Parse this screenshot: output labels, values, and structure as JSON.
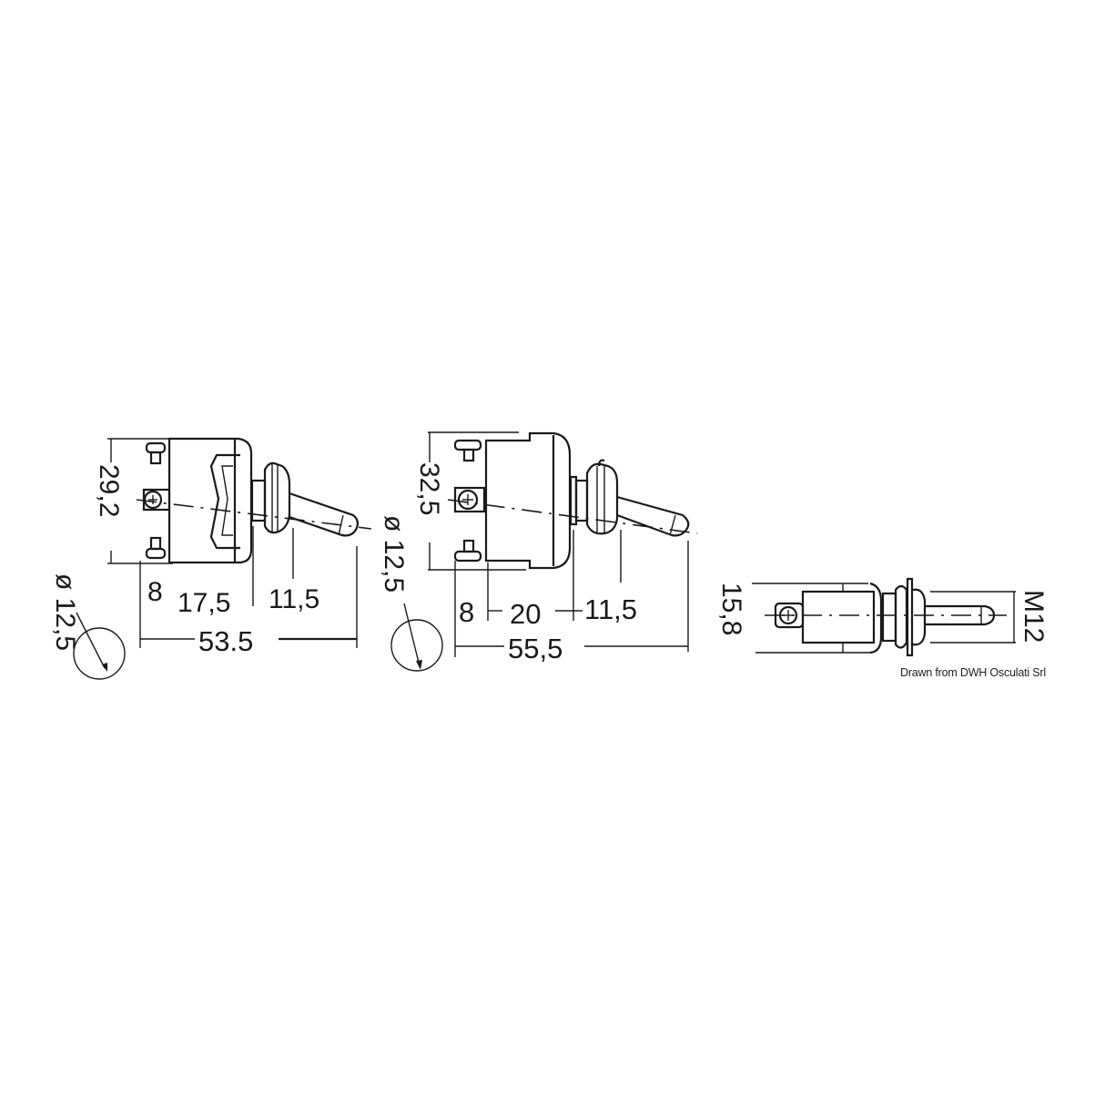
{
  "caption": "Drawn from DWH Osculati Srl",
  "views": [
    {
      "id": "switch-a-side",
      "height_dim": "29,2",
      "hole_dim": "ø 12,5",
      "segments": [
        "8",
        "17,5",
        "11,5"
      ],
      "overall_length": "53.5"
    },
    {
      "id": "switch-b-side",
      "height_dim": "32,5",
      "hole_dim": "ø 12,5",
      "segments": [
        "8",
        "20",
        "11,5"
      ],
      "overall_length": "55,5"
    },
    {
      "id": "switch-top",
      "width_dim": "15,8",
      "thread_dim": "M12"
    }
  ],
  "colors": {
    "line": "#1a1a1a",
    "background": "#ffffff"
  }
}
